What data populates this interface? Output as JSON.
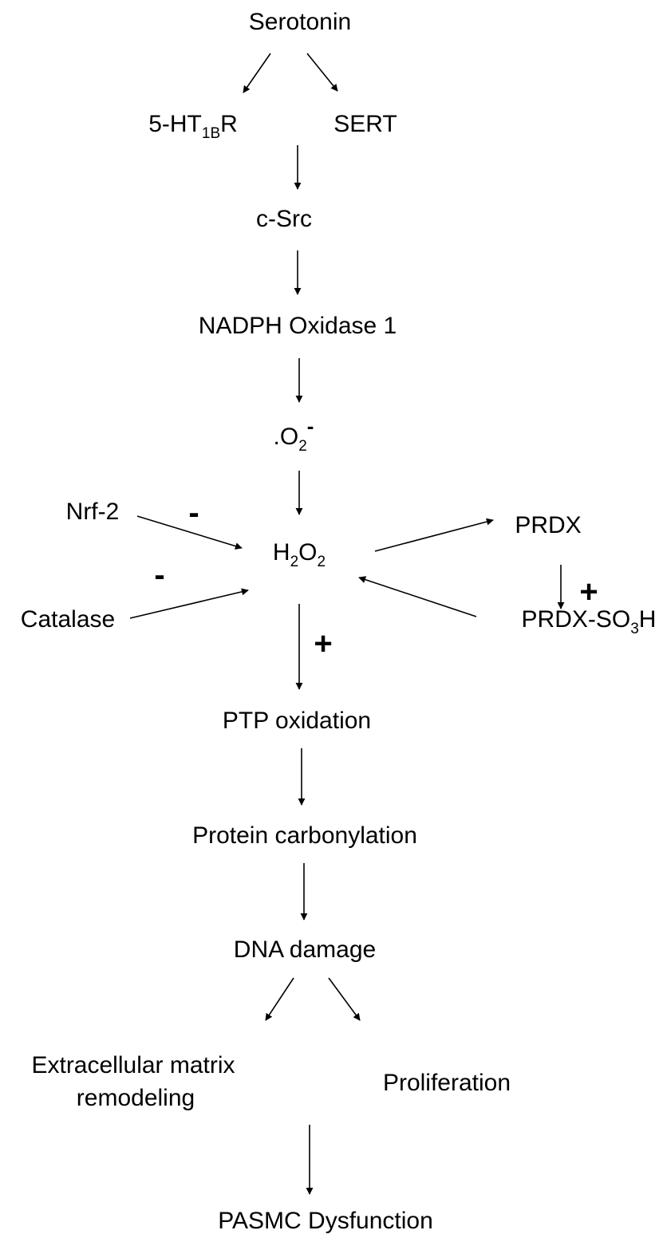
{
  "nodes": {
    "serotonin": "Serotonin",
    "ht1br": {
      "pre": "5-HT",
      "sub": "1B",
      "post": "R"
    },
    "sert": "SERT",
    "csrc": "c-Src",
    "nox1": "NADPH Oxidase 1",
    "superoxide": {
      "pre": ".O",
      "sub": "2",
      "sup": "-"
    },
    "nrf2": "Nrf-2",
    "catalase": "Catalase",
    "h2o2": {
      "a": "H",
      "sub1": "2",
      "b": "O",
      "sub2": "2"
    },
    "prdx": "PRDX",
    "prdx_so3h": {
      "pre": "PRDX-SO",
      "sub": "3",
      "post": "H"
    },
    "ptp": "PTP oxidation",
    "protein": "Protein carbonylation",
    "dna": "DNA damage",
    "ecm_line1": "Extracellular matrix",
    "ecm_line2": "remodeling",
    "prolif": "Proliferation",
    "pasmc": "PASMC Dysfunction"
  },
  "signs": {
    "nrf2": "-",
    "catalase": "-",
    "prdx": "+",
    "ptp": "+"
  },
  "colors": {
    "text": "#000000",
    "arrow": "#000000",
    "background": "#ffffff"
  }
}
